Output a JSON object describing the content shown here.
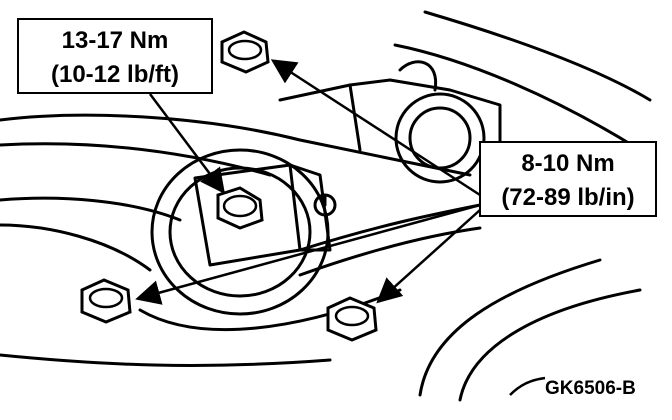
{
  "callouts": {
    "upper_left": {
      "metric": "13-17 Nm",
      "imperial": "(10-12 lb/ft)"
    },
    "right": {
      "metric": "8-10 Nm",
      "imperial": "(72-89 lb/in)"
    }
  },
  "figure_code": "GK6506-B",
  "colors": {
    "line": "#000000",
    "background": "#ffffff"
  }
}
